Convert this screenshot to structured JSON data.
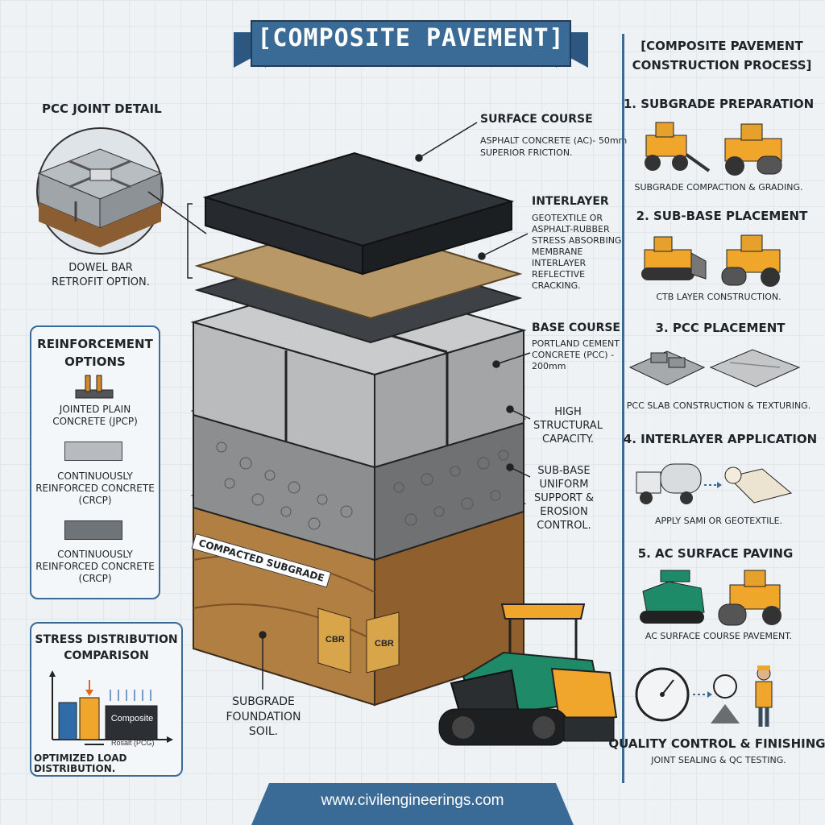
{
  "title": "[COMPOSITE PAVEMENT]",
  "joint_detail": {
    "heading": "PCC JOINT DETAIL",
    "caption_line1": "DOWEL BAR",
    "caption_line2": "RETROFIT OPTION."
  },
  "reinforcement": {
    "heading_line1": "REINFORCEMENT",
    "heading_line2": "OPTIONS",
    "items": [
      {
        "line1": "JOINTED PLAIN",
        "line2": "CONCRETE (JPCP)",
        "line3": ""
      },
      {
        "line1": "CONTINUOUSLY",
        "line2": "REINFORCED CONCRETE",
        "line3": "(CRCP)"
      },
      {
        "line1": "CONTINUOUSLY",
        "line2": "REINFORCED CONCRETE",
        "line3": "(CRCP)"
      }
    ]
  },
  "stress": {
    "heading_line1": "STRESS DISTRIBUTION",
    "heading_line2": "COMPARISON",
    "box_label": "Composite",
    "axis_label": "Rosalt (PCG)",
    "caption": "OPTIMIZED LOAD DISTRIBUTION."
  },
  "layers": {
    "surface": {
      "heading": "SURFACE COURSE",
      "line1": "ASPHALT CONCRETE (AC)- 50mm",
      "line2": "SUPERIOR FRICTION."
    },
    "interlayer": {
      "heading": "INTERLAYER",
      "lines": [
        "GEOTEXTILE OR",
        "ASPHALT-RUBBER",
        "STRESS ABSORBING",
        "MEMBRANE",
        "INTERLAYER",
        "REFLECTIVE",
        "CRACKING."
      ]
    },
    "base": {
      "heading": "BASE COURSE",
      "lines": [
        "PORTLAND CEMENT",
        "CONCRETE (PCC) -",
        "200mm"
      ]
    },
    "capacity": {
      "lines": [
        "HIGH",
        "STRUCTURAL",
        "CAPACITY."
      ]
    },
    "subbase": {
      "lines": [
        "SUB-BASE",
        "UNIFORM",
        "SUPPORT &",
        "EROSION",
        "CONTROL."
      ]
    },
    "subgrade": {
      "tag": "COMPACTED SUBGRADE",
      "cbr1": "CBR",
      "cbr2": "CBR",
      "line1": "SUBGRADE",
      "line2": "FOUNDATION SOIL."
    }
  },
  "process": {
    "heading_line1": "[COMPOSITE PAVEMENT",
    "heading_line2": "CONSTRUCTION PROCESS]",
    "steps": [
      {
        "title": "1. SUBGRADE PREPARATION",
        "caption": "SUBGRADE COMPACTION & GRADING."
      },
      {
        "title": "2. SUB-BASE PLACEMENT",
        "caption": "CTB LAYER CONSTRUCTION."
      },
      {
        "title": "3. PCC PLACEMENT",
        "caption": "PCC SLAB CONSTRUCTION & TEXTURING."
      },
      {
        "title": "4. INTERLAYER APPLICATION",
        "caption": "APPLY SAMI OR GEOTEXTILE."
      },
      {
        "title": "5. AC SURFACE PAVING",
        "caption": "AC SURFACE COURSE PAVEMENT."
      },
      {
        "title": "QUALITY CONTROL & FINISHING",
        "caption": "JOINT SEALING & QC TESTING."
      }
    ]
  },
  "footer": "www.civilengineerings.com",
  "colors": {
    "navy": "#3a6a96",
    "asphalt": "#2f3439",
    "concrete": "#c9cbcc",
    "soil": "#b98a52",
    "machine_yellow": "#f0a62a",
    "machine_green": "#1f8a67"
  }
}
